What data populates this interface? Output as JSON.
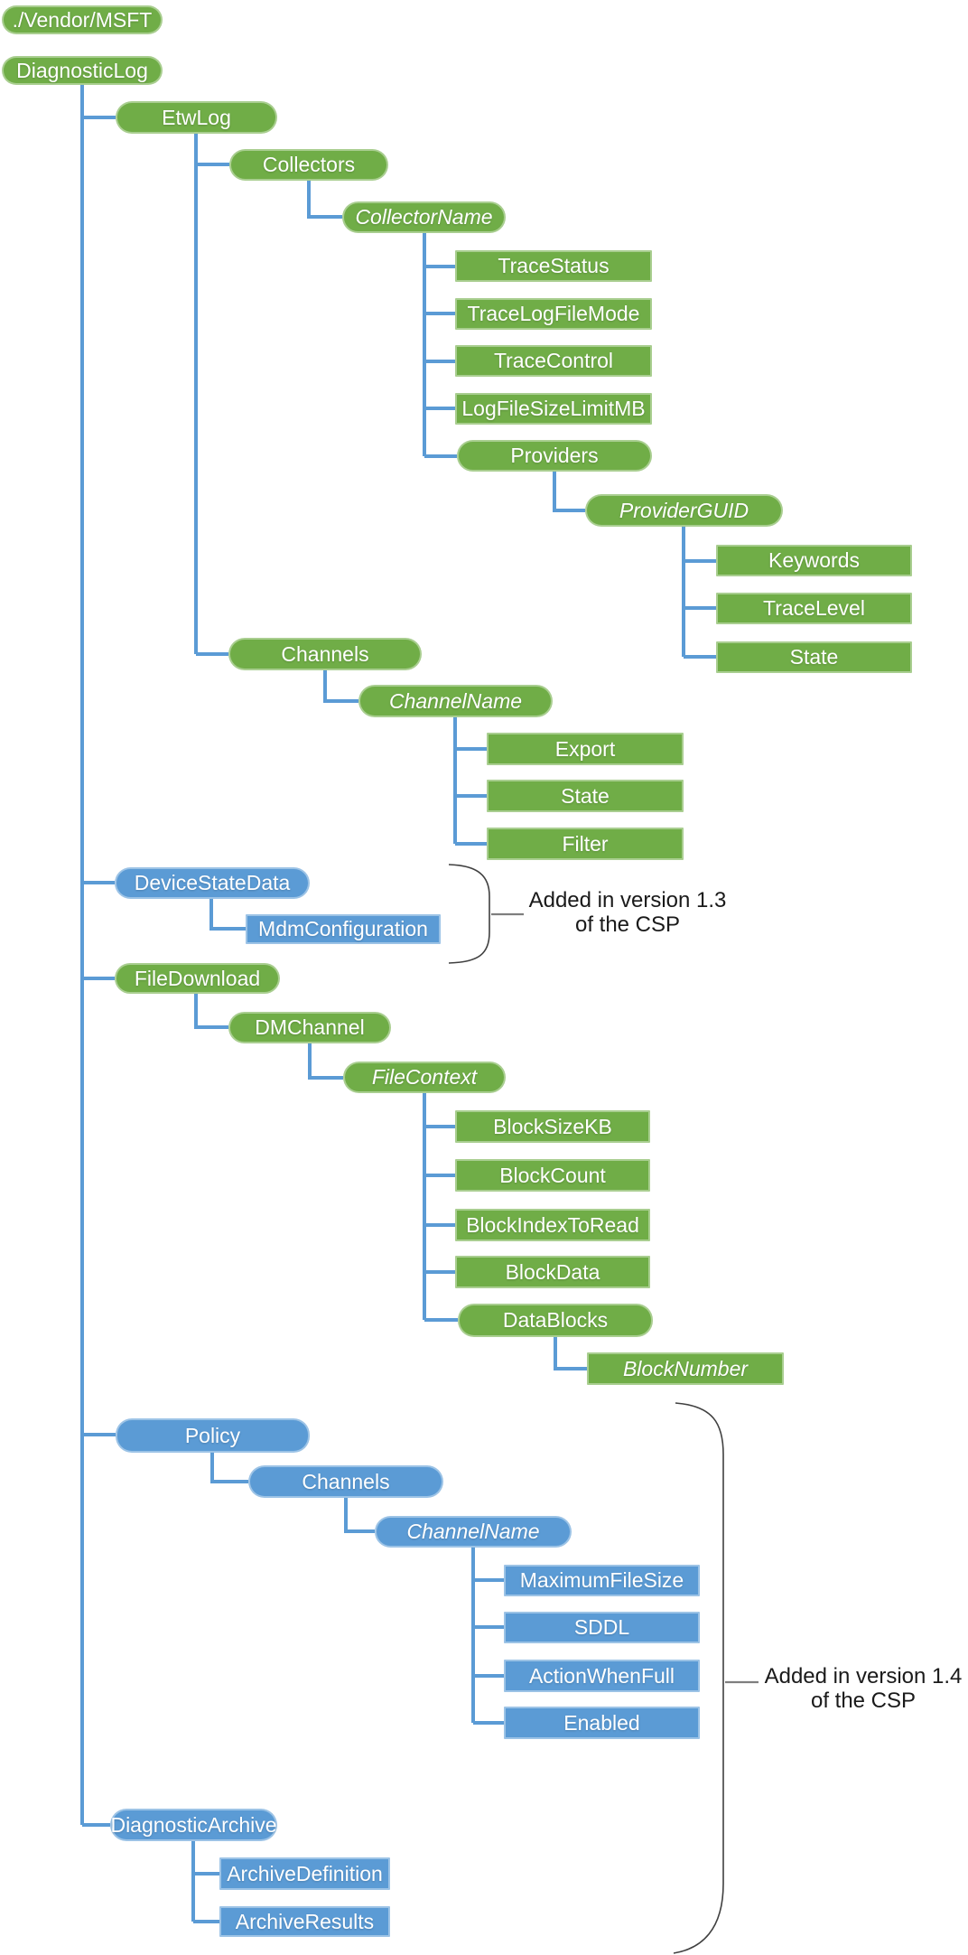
{
  "colors": {
    "green": "#70AD47",
    "blue": "#5B9BD5",
    "connector": "#5B9BD5",
    "node_text": "#FFFFFF",
    "annotation_text": "#1A1A1A",
    "brace": "#404040",
    "pointer": "#7F7F7F",
    "background": "#FFFFFF"
  },
  "nodes": [
    {
      "id": "vendor-msft",
      "label": "./Vendor/MSFT",
      "type": "green",
      "shape": "stadium",
      "italic": false,
      "parent": null
    },
    {
      "id": "diagnosticlog",
      "label": "DiagnosticLog",
      "type": "green",
      "shape": "stadium",
      "italic": false,
      "parent": "vendor-msft"
    },
    {
      "id": "etwlog",
      "label": "EtwLog",
      "type": "green",
      "shape": "stadium",
      "italic": false,
      "parent": "diagnosticlog"
    },
    {
      "id": "collectors",
      "label": "Collectors",
      "type": "green",
      "shape": "stadium",
      "italic": false,
      "parent": "etwlog"
    },
    {
      "id": "collectorname",
      "label": "CollectorName",
      "type": "green",
      "shape": "stadium",
      "italic": true,
      "parent": "collectors"
    },
    {
      "id": "tracestatus",
      "label": "TraceStatus",
      "type": "green",
      "shape": "rect",
      "italic": false,
      "parent": "collectorname"
    },
    {
      "id": "tracelogfilemode",
      "label": "TraceLogFileMode",
      "type": "green",
      "shape": "rect",
      "italic": false,
      "parent": "collectorname"
    },
    {
      "id": "tracecontrol",
      "label": "TraceControl",
      "type": "green",
      "shape": "rect",
      "italic": false,
      "parent": "collectorname"
    },
    {
      "id": "logfilesizelimitmb",
      "label": "LogFileSizeLimitMB",
      "type": "green",
      "shape": "rect",
      "italic": false,
      "parent": "collectorname"
    },
    {
      "id": "providers",
      "label": "Providers",
      "type": "green",
      "shape": "stadium",
      "italic": false,
      "parent": "collectorname"
    },
    {
      "id": "providerguid",
      "label": "ProviderGUID",
      "type": "green",
      "shape": "stadium",
      "italic": true,
      "parent": "providers"
    },
    {
      "id": "keywords",
      "label": "Keywords",
      "type": "green",
      "shape": "rect",
      "italic": false,
      "parent": "providerguid"
    },
    {
      "id": "tracelevel",
      "label": "TraceLevel",
      "type": "green",
      "shape": "rect",
      "italic": false,
      "parent": "providerguid"
    },
    {
      "id": "state-provider",
      "label": "State",
      "type": "green",
      "shape": "rect",
      "italic": false,
      "parent": "providerguid"
    },
    {
      "id": "channels-etw",
      "label": "Channels",
      "type": "green",
      "shape": "stadium",
      "italic": false,
      "parent": "etwlog"
    },
    {
      "id": "channelname-etw",
      "label": "ChannelName",
      "type": "green",
      "shape": "stadium",
      "italic": true,
      "parent": "channels-etw"
    },
    {
      "id": "export",
      "label": "Export",
      "type": "green",
      "shape": "rect",
      "italic": false,
      "parent": "channelname-etw"
    },
    {
      "id": "state-channel",
      "label": "State",
      "type": "green",
      "shape": "rect",
      "italic": false,
      "parent": "channelname-etw"
    },
    {
      "id": "filter",
      "label": "Filter",
      "type": "green",
      "shape": "rect",
      "italic": false,
      "parent": "channelname-etw"
    },
    {
      "id": "devicestatedata",
      "label": "DeviceStateData",
      "type": "blue",
      "shape": "stadium",
      "italic": false,
      "parent": "diagnosticlog"
    },
    {
      "id": "mdmconfiguration",
      "label": "MdmConfiguration",
      "type": "blue",
      "shape": "rect",
      "italic": false,
      "parent": "devicestatedata"
    },
    {
      "id": "filedownload",
      "label": "FileDownload",
      "type": "green",
      "shape": "stadium",
      "italic": false,
      "parent": "diagnosticlog"
    },
    {
      "id": "dmchannel",
      "label": "DMChannel",
      "type": "green",
      "shape": "stadium",
      "italic": false,
      "parent": "filedownload"
    },
    {
      "id": "filecontext",
      "label": "FileContext",
      "type": "green",
      "shape": "stadium",
      "italic": true,
      "parent": "dmchannel"
    },
    {
      "id": "blocksizekb",
      "label": "BlockSizeKB",
      "type": "green",
      "shape": "rect",
      "italic": false,
      "parent": "filecontext"
    },
    {
      "id": "blockcount",
      "label": "BlockCount",
      "type": "green",
      "shape": "rect",
      "italic": false,
      "parent": "filecontext"
    },
    {
      "id": "blockindextoread",
      "label": "BlockIndexToRead",
      "type": "green",
      "shape": "rect",
      "italic": false,
      "parent": "filecontext"
    },
    {
      "id": "blockdata",
      "label": "BlockData",
      "type": "green",
      "shape": "rect",
      "italic": false,
      "parent": "filecontext"
    },
    {
      "id": "datablocks",
      "label": "DataBlocks",
      "type": "green",
      "shape": "stadium",
      "italic": false,
      "parent": "filecontext"
    },
    {
      "id": "blocknumber",
      "label": "BlockNumber",
      "type": "green",
      "shape": "rect",
      "italic": true,
      "parent": "datablocks"
    },
    {
      "id": "policy",
      "label": "Policy",
      "type": "blue",
      "shape": "stadium",
      "italic": false,
      "parent": "diagnosticlog"
    },
    {
      "id": "channels-policy",
      "label": "Channels",
      "type": "blue",
      "shape": "stadium",
      "italic": false,
      "parent": "policy"
    },
    {
      "id": "channelname-policy",
      "label": "ChannelName",
      "type": "blue",
      "shape": "stadium",
      "italic": true,
      "parent": "channels-policy"
    },
    {
      "id": "maximumfilesize",
      "label": "MaximumFileSize",
      "type": "blue",
      "shape": "rect",
      "italic": false,
      "parent": "channelname-policy"
    },
    {
      "id": "sddl",
      "label": "SDDL",
      "type": "blue",
      "shape": "rect",
      "italic": false,
      "parent": "channelname-policy"
    },
    {
      "id": "actionwhenfull",
      "label": "ActionWhenFull",
      "type": "blue",
      "shape": "rect",
      "italic": false,
      "parent": "channelname-policy"
    },
    {
      "id": "enabled",
      "label": "Enabled",
      "type": "blue",
      "shape": "rect",
      "italic": false,
      "parent": "channelname-policy"
    },
    {
      "id": "diagnosticarchive",
      "label": "DiagnosticArchive",
      "type": "blue",
      "shape": "stadium",
      "italic": false,
      "parent": "diagnosticlog"
    },
    {
      "id": "archivedefinition",
      "label": "ArchiveDefinition",
      "type": "blue",
      "shape": "rect",
      "italic": false,
      "parent": "diagnosticarchive"
    },
    {
      "id": "archiveresults",
      "label": "ArchiveResults",
      "type": "blue",
      "shape": "rect",
      "italic": false,
      "parent": "diagnosticarchive"
    }
  ],
  "annotations": {
    "v13": {
      "line1": "Added in version 1.3",
      "line2": "of the CSP"
    },
    "v14": {
      "line1": "Added in version 1.4",
      "line2": "of the CSP"
    }
  }
}
